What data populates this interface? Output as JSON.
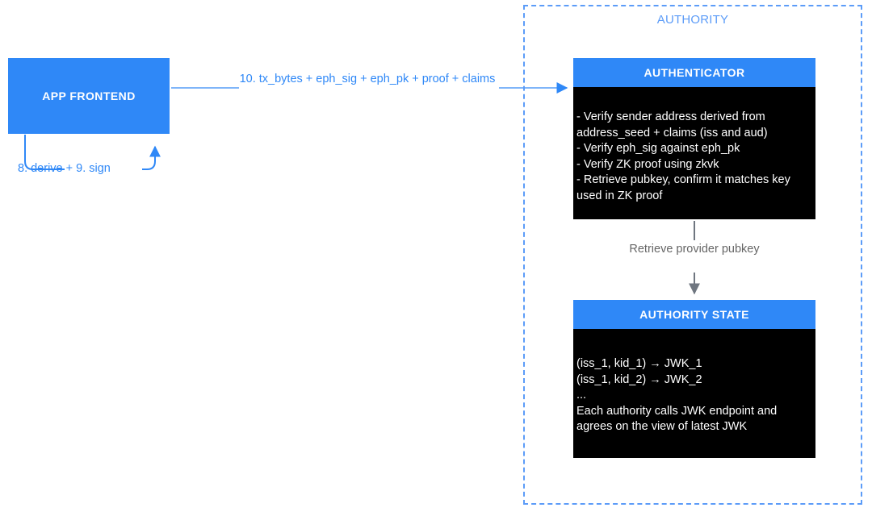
{
  "diagram": {
    "title": "AUTHORITY",
    "nodes": {
      "app_frontend": {
        "label": "APP FRONTEND"
      },
      "authenticator": {
        "header": "AUTHENTICATOR",
        "body": "- Verify sender address derived from address_seed + claims (iss and aud)\n- Verify eph_sig against eph_pk\n- Verify ZK proof using zkvk\n- Retrieve pubkey, confirm it matches key used in ZK proof"
      },
      "authority_state": {
        "header": "AUTHORITY STATE",
        "body": "(iss_1, kid_1) → JWK_1\n(iss_1, kid_2) → JWK_2\n...\nEach authority calls JWK endpoint and agrees on the view of latest JWK"
      }
    },
    "edges": {
      "frontend_to_authenticator": "10. tx_bytes + eph_sig + eph_pk + proof + claims",
      "frontend_self_loop": "8. derive + 9. sign",
      "authenticator_to_state": "Retrieve provider pubkey"
    },
    "colors": {
      "accent_blue": "#2f88f7",
      "zone_border_blue": "#5c9cf8",
      "node_body_black": "#000000",
      "grey_edge": "#666666",
      "light_blue_line": "#7fb5f9"
    }
  }
}
